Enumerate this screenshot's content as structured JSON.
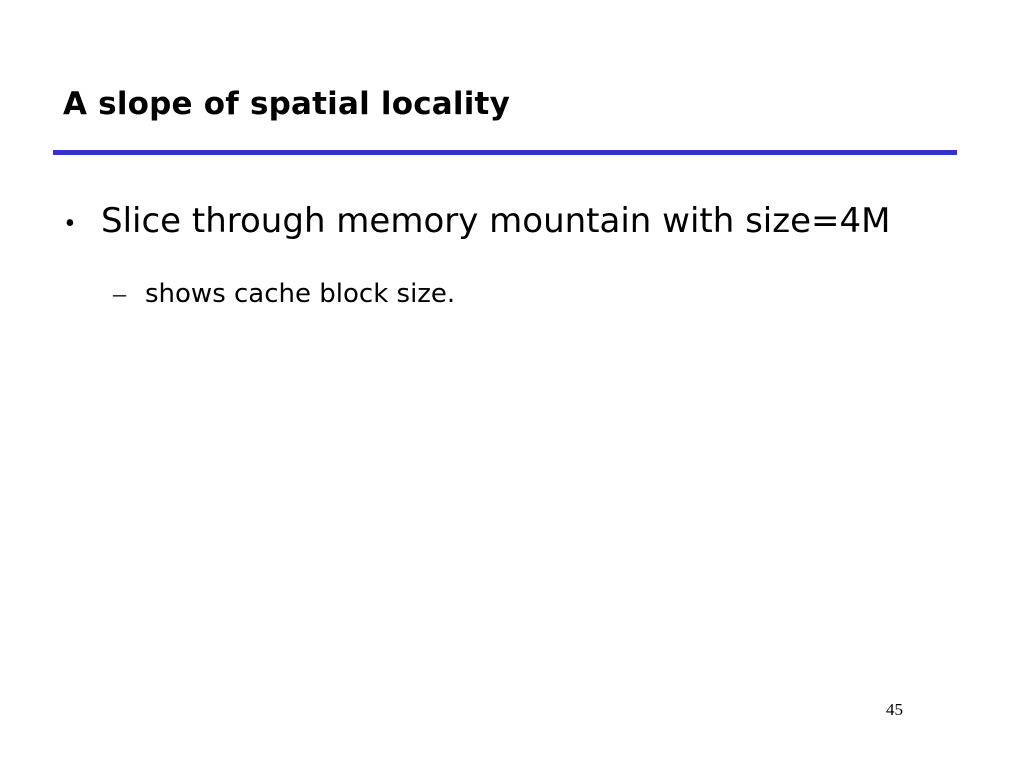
{
  "slide": {
    "title": "A slope of spatial locality",
    "accent_rule_color": "#3333cc",
    "bullets": [
      {
        "marker": "•",
        "text": "Slice through memory mountain with size=4M",
        "sub_bullets": [
          {
            "marker": "–",
            "text": "shows cache block size."
          }
        ]
      }
    ],
    "page_number": "45"
  }
}
